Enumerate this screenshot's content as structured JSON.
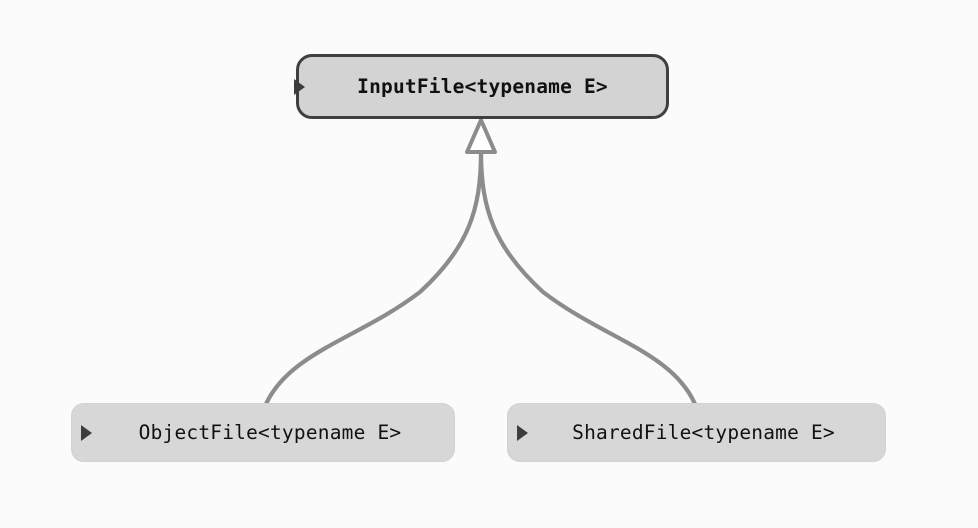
{
  "diagram": {
    "type": "class-inheritance-hierarchy",
    "background_color": "#fbfbfb",
    "edge_color": "#8c8c8c",
    "root": {
      "label": "InputFile<typename E>",
      "fill_color": "#d3d3d3",
      "border_color": "#3f3f3f",
      "disclosure_icon": "triangle-right-icon"
    },
    "children": [
      {
        "label": "ObjectFile<typename E>",
        "fill_color": "#d7d7d7",
        "disclosure_icon": "triangle-right-icon"
      },
      {
        "label": "SharedFile<typename E>",
        "fill_color": "#d7d7d7",
        "disclosure_icon": "triangle-right-icon"
      }
    ],
    "edges": [
      {
        "from": "ObjectFile<typename E>",
        "to": "InputFile<typename E>",
        "kind": "generalization"
      },
      {
        "from": "SharedFile<typename E>",
        "to": "InputFile<typename E>",
        "kind": "generalization"
      }
    ],
    "arrowhead": {
      "kind": "hollow-triangle-icon",
      "fill_color": "#ffffff",
      "stroke_color": "#8c8c8c"
    }
  }
}
